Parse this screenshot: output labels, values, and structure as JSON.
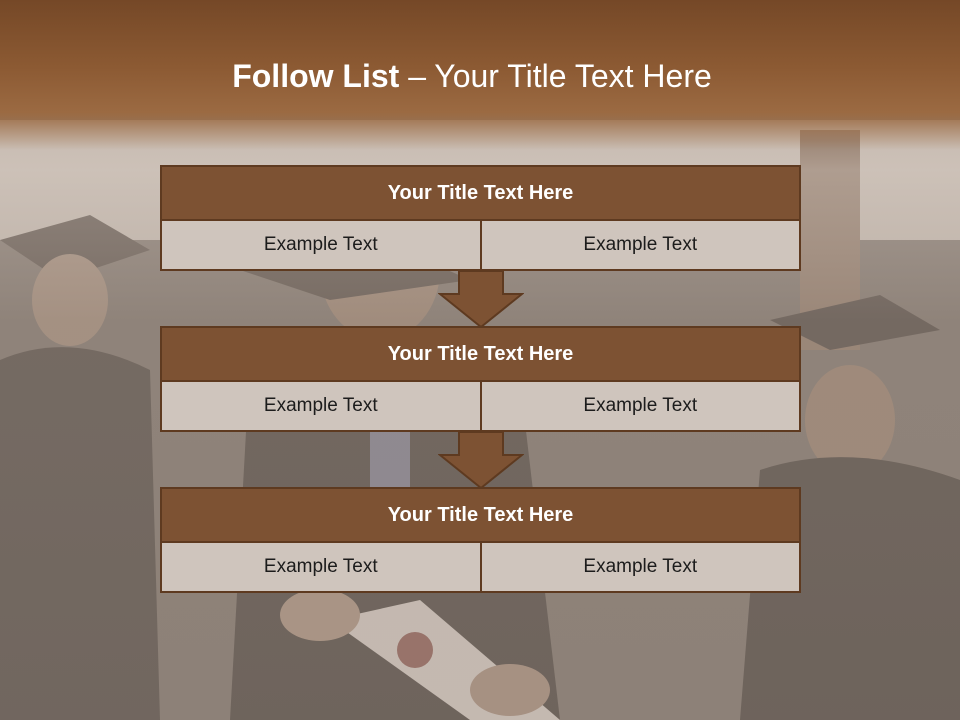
{
  "slide": {
    "title_bold": "Follow List",
    "title_rest": " – Your Title Text Here"
  },
  "blocks": [
    {
      "title": "Your Title Text Here",
      "cells": [
        "Example Text",
        "Example Text"
      ]
    },
    {
      "title": "Your Title Text Here",
      "cells": [
        "Example Text",
        "Example Text"
      ]
    },
    {
      "title": "Your Title Text Here",
      "cells": [
        "Example Text",
        "Example Text"
      ]
    }
  ],
  "colors": {
    "header_fill": "#7d5233",
    "border": "#5e3a20",
    "cell_fill": "#cfc5bd",
    "arrow_fill": "#7d5233",
    "title_band": "#8c5a33"
  }
}
